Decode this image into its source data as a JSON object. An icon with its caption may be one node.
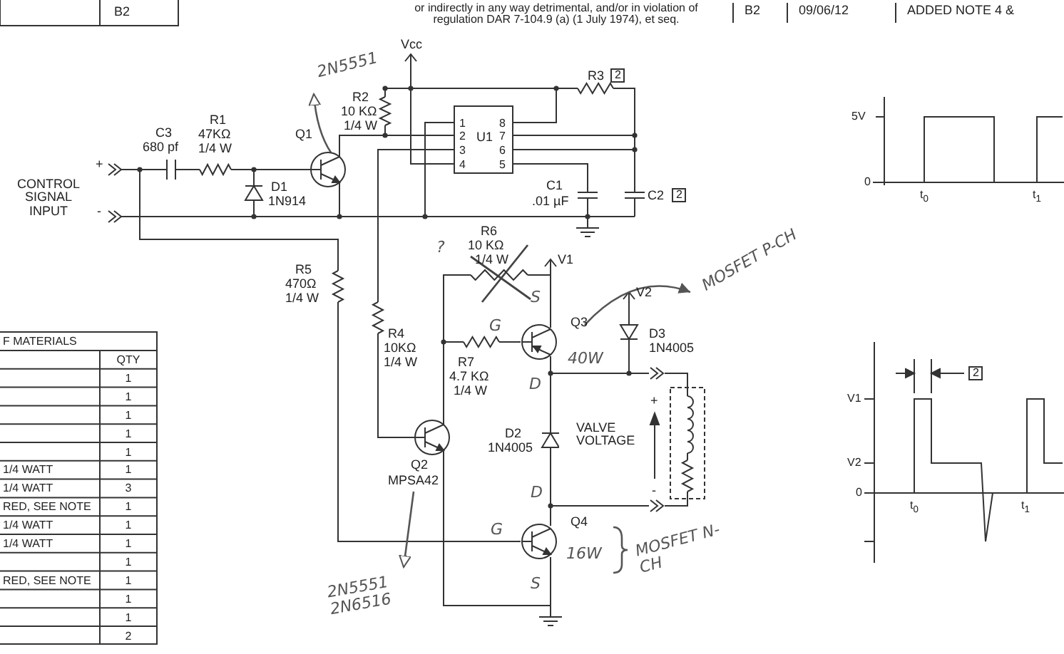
{
  "diagram": {
    "nodes": [
      {
        "text": [
          "U1",
          "1",
          "2",
          "3",
          "4",
          "8",
          "7",
          "6",
          "5"
        ]
      },
      {
        "text": [
          "2N5551"
        ]
      },
      {
        "text": [
          "Q1"
        ]
      },
      {
        "text": [
          "Q2",
          "MPSA42"
        ]
      },
      {
        "text": [
          "2N5551 2N6516"
        ]
      },
      {
        "text": [
          "Q3"
        ],
        "beside": [
          "40W"
        ]
      },
      {
        "text": [
          "MOSFET P-CH"
        ]
      },
      {
        "text": [
          "Q4"
        ],
        "beside": [
          "16W",
          "MOSFET N-CH"
        ]
      },
      {
        "text": [
          "R6",
          "10 KΩ",
          "1/4 W"
        ]
      },
      {
        "text": [
          "R4",
          "10KΩ",
          "1/4 W"
        ]
      },
      {
        "text": [
          "R7",
          "4.7 KΩ",
          "1/4 W"
        ]
      },
      {
        "text": [
          "D2",
          "1N4005"
        ]
      }
    ],
    "edges": [
      {
        "from": 2,
        "to": 1,
        "arrow": "to"
      },
      {
        "from": 3,
        "to": 4,
        "arrow": "to"
      },
      {
        "from": 5,
        "to": 6,
        "arrow": "to"
      },
      {
        "from": 2,
        "to": 0,
        "arrow": "none"
      },
      {
        "from": 3,
        "to": 7,
        "arrow": "none"
      },
      {
        "from": 0,
        "to": 9,
        "arrow": "none"
      },
      {
        "from": 9,
        "to": 3,
        "arrow": "none"
      },
      {
        "from": 3,
        "to": 10,
        "arrow": "none"
      },
      {
        "from": 3,
        "to": 8,
        "arrow": "none"
      },
      {
        "from": 10,
        "to": 5,
        "arrow": "none"
      },
      {
        "from": 8,
        "to": 5,
        "arrow": "none"
      },
      {
        "from": 5,
        "to": 11,
        "arrow": "none"
      },
      {
        "from": 11,
        "to": 7,
        "arrow": "none"
      }
    ],
    "labels": [
      "B2",
      "or indirectly in any way detrimental, and/or in violation of regulation DAR 7-104.9 (a) (1 July 1974), et seq.",
      "B2",
      "09/06/12",
      "ADDED NOTE 4 &",
      "Vcc",
      "R3",
      "2",
      "R2",
      "10 KΩ",
      "1/4 W",
      "C3",
      "680 pf",
      "R1",
      "47KΩ",
      "1/4 W",
      "CONTROL SIGNAL INPUT",
      "+",
      "-",
      "D1",
      "1N914",
      "C1",
      ".01 µF",
      "C2",
      "2",
      "?",
      "V1",
      "R5",
      "470Ω",
      "1/4 W",
      "S",
      "G",
      "V2",
      "D3",
      "1N4005",
      "D",
      "VALVE VOLTAGE",
      "+",
      "-",
      "D",
      "G",
      "S",
      "5V",
      "0",
      "t$_{0}$",
      "t$_{1}$",
      "2",
      "V1",
      "V2",
      "0",
      "t$_{0}$",
      "t$_{1}$",
      "F MATERIALS",
      "QTY",
      "1",
      "1",
      "1",
      "1",
      "1",
      "1/4 WATT",
      "1",
      "1/4 WATT",
      "3",
      "RED, SEE NOTE",
      "1",
      "1/4 WATT",
      "1",
      "1/4 WATT",
      "1",
      "1",
      "RED, SEE NOTE",
      "1",
      "1",
      "1",
      "2"
    ]
  }
}
